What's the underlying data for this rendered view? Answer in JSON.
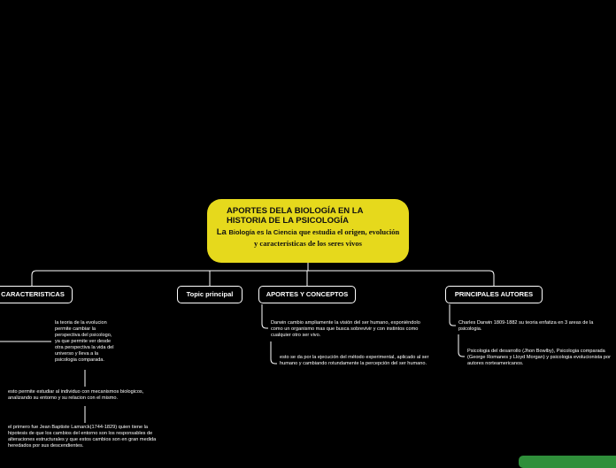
{
  "root": {
    "title": "APORTES DELA BIOLOGÍA EN LA HISTORIA DE LA PSICOLOGÍA",
    "sub_la": "La ",
    "sub_bio": "Biología es la Ciencia",
    "sub_rest": " que estudia el origen, evolución y características de los seres vivos"
  },
  "topics": [
    {
      "label": "CARACTERISTICAS"
    },
    {
      "label": "Topic principal"
    },
    {
      "label": "APORTES Y CONCEPTOS"
    },
    {
      "label": "PRINCIPALES AUTORES"
    }
  ],
  "notes": {
    "caracteristicas": [
      "la teoria de la evolucion permite cambiar la perspectiva del psicologo, ya que permite ver desde otra perspectiva la vida del universo y lleva a la psicologia comparada.",
      "esto permite estudiar al individuo con mecanismos biologicos, analizando su entorno y su relacion con el mismo.",
      "el primero fue Jean Baptiste Lamarck(1744-1829) quien tiene la hipotesis de que los cambios del entorno son los responsables de alteraciones estructurales y que estos cambios son en gran medida heredados por sus descendientes."
    ],
    "aportes": [
      "Darwin cambio ampliamente la visión del ser humano, exponiéndolo como un organismo mas que busca sobrevivir y con instintos como cualquier otro ser vivo.",
      "esto se da por la ejecución del método experimental, aplicado al ser humano y cambiando rotundamente la percepción del ser humano."
    ],
    "autores": [
      "Charles Darwin 1809-1882 su teoria enfatiza en 3 areas de la psicologia.",
      "Psicologia del desarrollo (Jhon Bowlby), Psicologia comparada (George Romanes y Lloyd Morgan) y psicologia evolucionista por autores norteamericanos."
    ]
  },
  "colors": {
    "background": "#000000",
    "root_fill": "#e6d91c",
    "line": "#ffffff",
    "corner_button": "#2f8f3a"
  }
}
